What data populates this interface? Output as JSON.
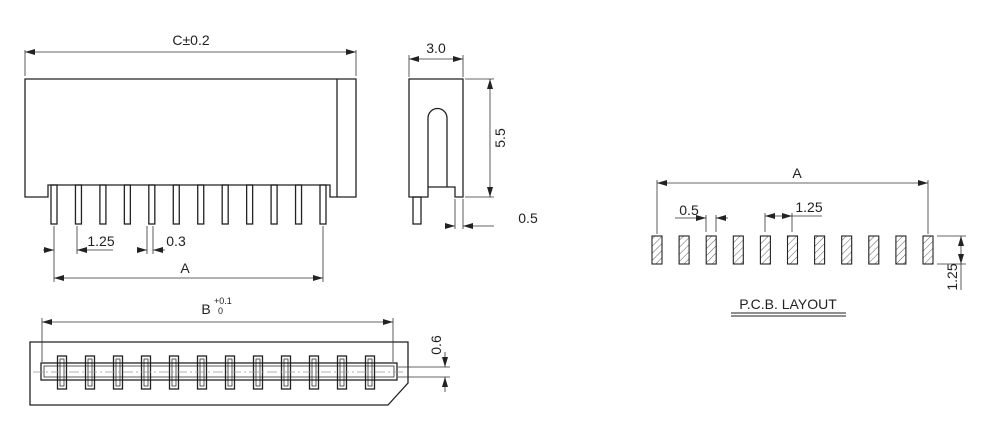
{
  "front_view": {
    "overall_label": "C±0.2",
    "pitch_label": "1.25",
    "pin_width_label": "0.3",
    "span_label": "A",
    "pin_count": 12
  },
  "side_view": {
    "depth_label": "3.0",
    "height_label": "5.5",
    "pin_offset_label": "0.5"
  },
  "bottom_view": {
    "width_label": "B",
    "width_tol_upper": "+0.1",
    "width_tol_lower": "0",
    "slot_label": "0.6",
    "pin_count": 12
  },
  "pcb_layout": {
    "span_label": "A",
    "pad_width_label": "0.5",
    "pitch_label": "1.25",
    "pad_length_label": "1.25",
    "title": "P.C.B. LAYOUT",
    "pad_count": 11
  }
}
